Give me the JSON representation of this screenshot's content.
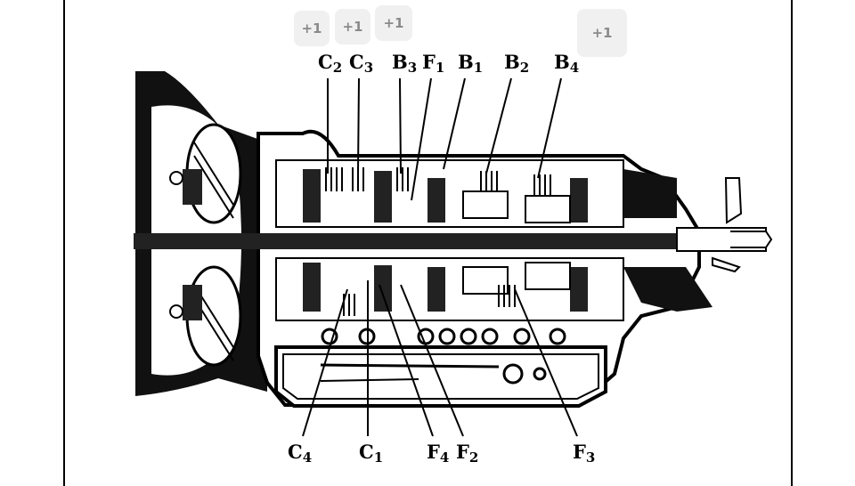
{
  "badges": [
    {
      "text": "+1"
    },
    {
      "text": "+1"
    },
    {
      "text": "+1"
    },
    {
      "text": "+1"
    }
  ],
  "labels_top": [
    {
      "letter": "C",
      "sub": "2"
    },
    {
      "letter": "C",
      "sub": "3"
    },
    {
      "letter": "B",
      "sub": "3"
    },
    {
      "letter": "F",
      "sub": "1"
    },
    {
      "letter": "B",
      "sub": "1"
    },
    {
      "letter": "B",
      "sub": "2"
    },
    {
      "letter": "B",
      "sub": "4"
    }
  ],
  "labels_bottom": [
    {
      "letter": "C",
      "sub": "4"
    },
    {
      "letter": "C",
      "sub": "1"
    },
    {
      "letter": "F",
      "sub": "4"
    },
    {
      "letter": "F",
      "sub": "2"
    },
    {
      "letter": "F",
      "sub": "3"
    }
  ]
}
